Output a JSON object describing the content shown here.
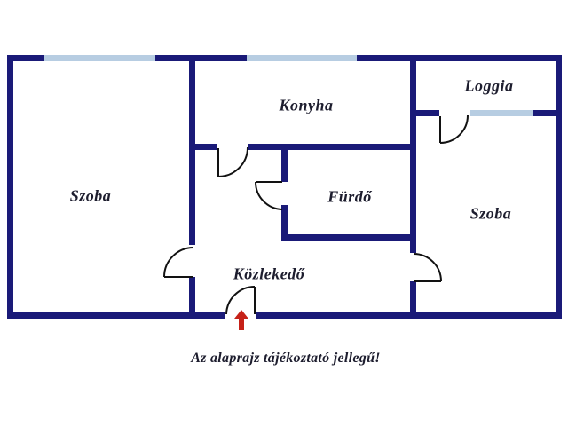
{
  "floorplan": {
    "rooms": [
      {
        "id": "szoba-left",
        "label": "Szoba"
      },
      {
        "id": "konyha",
        "label": "Konyha"
      },
      {
        "id": "loggia",
        "label": "Loggia"
      },
      {
        "id": "furdo",
        "label": "Fürdő"
      },
      {
        "id": "szoba-right",
        "label": "Szoba"
      },
      {
        "id": "kozlekedo",
        "label": "Közlekedő"
      }
    ],
    "caption": "Az alaprajz tájékoztató jellegű!",
    "entrance_marker": "up-arrow-icon",
    "colors": {
      "wall": "#1a1a78",
      "window": "#b7cde2",
      "door_line": "#121212",
      "label_text": "#1d1d2e",
      "entrance_arrow": "#c62118",
      "background": "#ffffff"
    }
  }
}
